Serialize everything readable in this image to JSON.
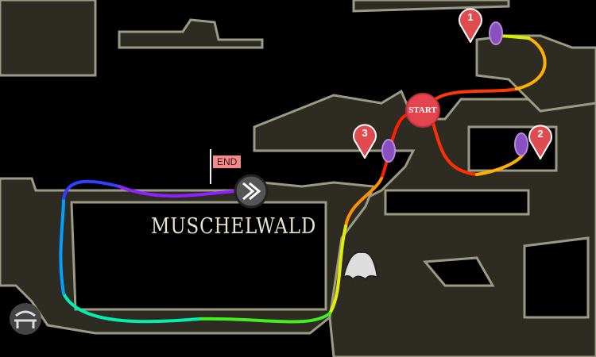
{
  "area": {
    "name": "MUSCHELWALD"
  },
  "markers": {
    "start": "START",
    "end": "END",
    "pins": [
      {
        "label": "1"
      },
      {
        "label": "2"
      },
      {
        "label": "3"
      }
    ]
  },
  "colors": {
    "wall": "#9a9a80",
    "fill": "#2e2c22",
    "pin": "#e04b4f",
    "start": "#e4444e",
    "end_flag": "#f28a8a",
    "mob": "#8a4fc0"
  },
  "icons": [
    "bench-icon",
    "stag-station-icon",
    "ghost-icon",
    "mob-icon",
    "map-pin-icon"
  ]
}
